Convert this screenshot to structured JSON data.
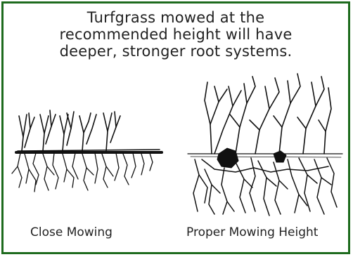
{
  "heading": {
    "lines": [
      "Turfgrass mowed at the",
      "recommended height will have",
      "deeper, stronger root systems."
    ]
  },
  "panels": {
    "left": {
      "caption": "Close Mowing"
    },
    "right": {
      "caption": "Proper Mowing Height"
    }
  },
  "colors": {
    "border": "#1e6b1e",
    "ink": "#111111",
    "text": "#222222"
  },
  "icons": {
    "left_illustration": "short-grass-shallow-roots-icon",
    "right_illustration": "tall-grass-deep-roots-icon"
  }
}
